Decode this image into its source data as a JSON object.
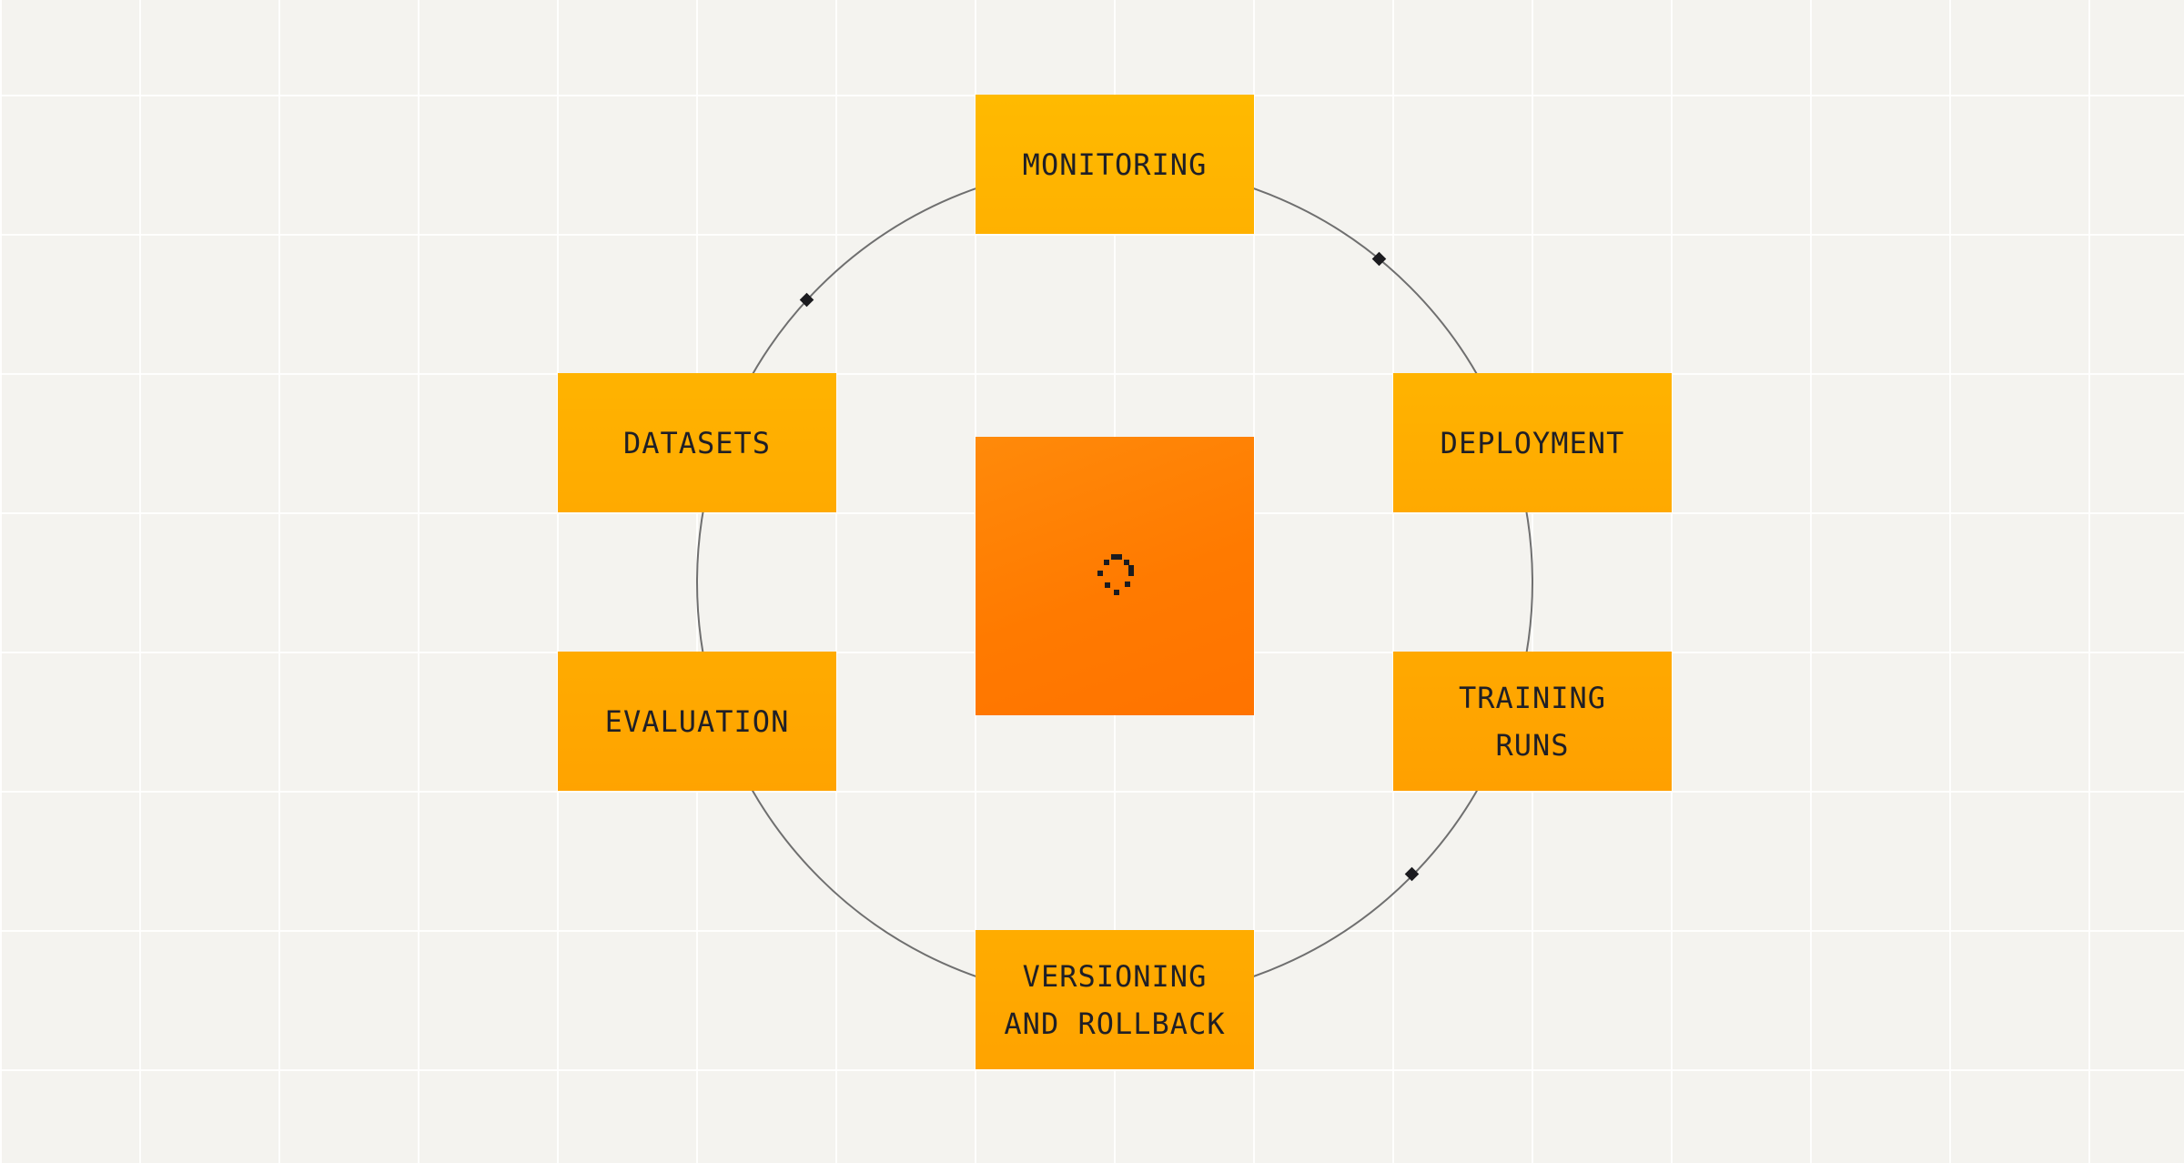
{
  "nodes": {
    "monitoring": "MONITORING",
    "datasets": "DATASETS",
    "deployment": "DEPLOYMENT",
    "evaluation": "EVALUATION",
    "training": "TRAINING\nRUNS",
    "versioning": "VERSIONING\nAND ROLLBACK"
  },
  "center": {
    "icon": "loading-spinner-icon"
  },
  "colors": {
    "node_fill": "#ffb300",
    "center_fill": "#ff7f00",
    "text": "#1f1f26",
    "ring": "#6b6b6b",
    "background": "#f4f3ef"
  }
}
